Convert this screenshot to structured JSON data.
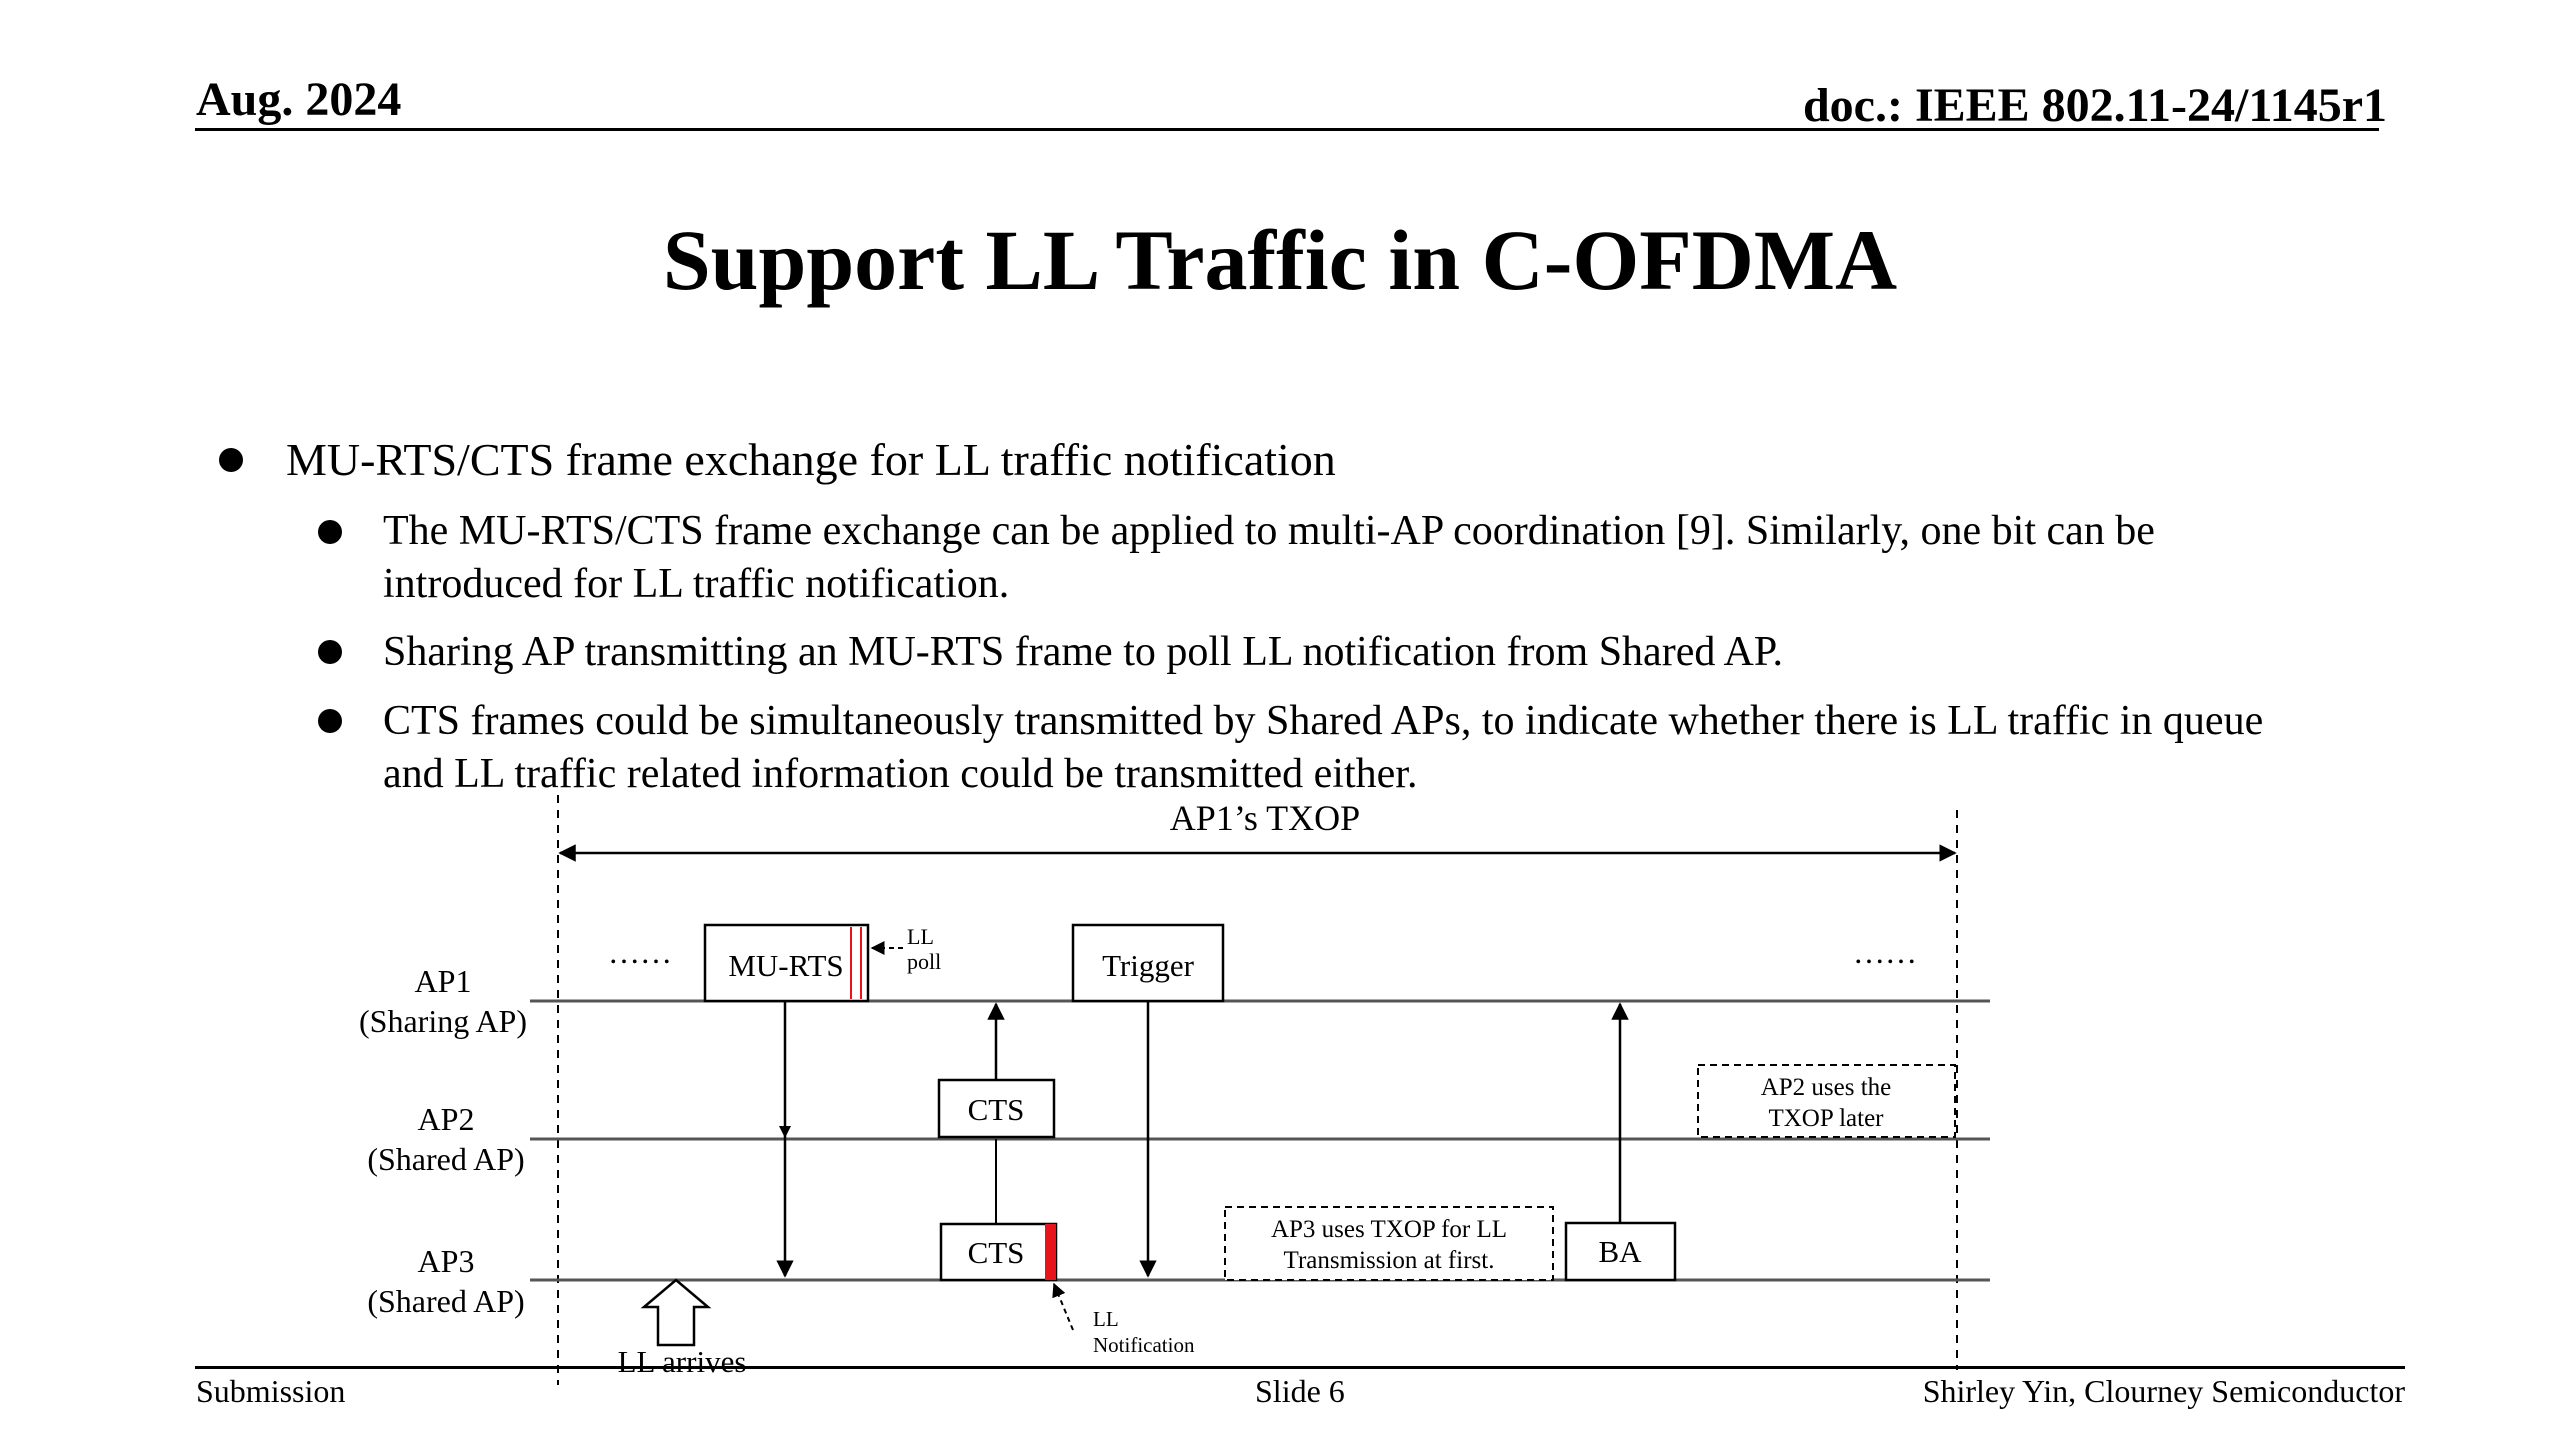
{
  "header": {
    "date": "Aug. 2024",
    "doc": "doc.: IEEE 802.11-24/1145r1"
  },
  "title": "Support LL Traffic in C-OFDMA",
  "bullets": {
    "main": "MU-RTS/CTS frame exchange for LL traffic notification",
    "sub1_line1": "The MU-RTS/CTS frame exchange can be applied to multi-AP coordination [9]. Similarly, one bit can be",
    "sub1_line2": "introduced for LL traffic notification.",
    "sub2": "Sharing AP transmitting an MU-RTS frame to poll LL notification from Shared AP.",
    "sub3_line1": "CTS frames could be simultaneously transmitted by Shared APs, to indicate whether there is LL traffic in queue",
    "sub3_line2": "and LL traffic related information could be transmitted either."
  },
  "diagram": {
    "txop_label": "AP1’s TXOP",
    "ap1_name": "AP1",
    "ap1_role": "(Sharing AP)",
    "ap2_name": "AP2",
    "ap2_role": "(Shared AP)",
    "ap3_name": "AP3",
    "ap3_role": "(Shared AP)",
    "ellipsis": "……",
    "mu_rts": "MU-RTS",
    "ll_poll_1": "LL",
    "ll_poll_2": "poll",
    "trigger": "Trigger",
    "cts": "CTS",
    "ba": "BA",
    "ap2_later_1": "AP2 uses the",
    "ap2_later_2": "TXOP later",
    "ap3_first_1": "AP3 uses TXOP for LL",
    "ap3_first_2": "Transmission at first.",
    "ll_notif_1": "LL",
    "ll_notif_2": "Notification",
    "ll_arrives": "LL arrives",
    "accent_color": "#e8141c"
  },
  "footer": {
    "submission": "Submission",
    "slide": "Slide 6",
    "author": "Shirley Yin, Clourney Semiconductor"
  }
}
